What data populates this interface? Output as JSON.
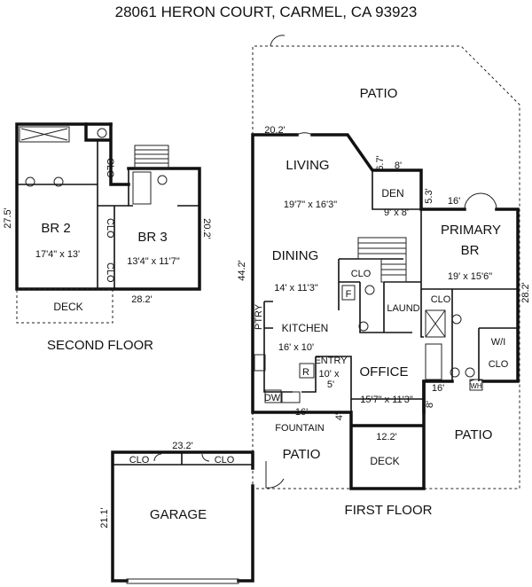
{
  "address": "28061 HERON COURT, CARMEL, CA  93923",
  "floors": {
    "second": {
      "caption": "SECOND FLOOR",
      "rooms": [
        {
          "id": "br2",
          "name": "BR 2",
          "size": "17'4\" x 13'"
        },
        {
          "id": "br3",
          "name": "BR 3",
          "size": "13'4\" x 11'7\""
        },
        {
          "id": "deck2",
          "name": "DECK"
        }
      ],
      "closets": [
        "CLO",
        "CLO",
        "CLO"
      ],
      "dimensions": [
        "27.5'",
        "20.2'",
        "28.2'"
      ]
    },
    "first": {
      "caption": "FIRST FLOOR",
      "rooms": [
        {
          "id": "patio-top",
          "name": "PATIO"
        },
        {
          "id": "living",
          "name": "LIVING",
          "size": "19'7\" x 16'3\""
        },
        {
          "id": "den",
          "name": "DEN",
          "size": "9' x 8'"
        },
        {
          "id": "primary",
          "name": "PRIMARY",
          "name2": "BR",
          "size": "19' x 15'6\""
        },
        {
          "id": "dining",
          "name": "DINING",
          "size": "14' x 11'3\""
        },
        {
          "id": "kitchen",
          "name": "KITCHEN",
          "size": "16' x 10'"
        },
        {
          "id": "entry",
          "name": "ENTRY",
          "size": "10' x",
          "size2": "5'"
        },
        {
          "id": "office",
          "name": "OFFICE",
          "size": "15'7\" x 11'3\""
        },
        {
          "id": "fountain",
          "name": "FOUNTAIN"
        },
        {
          "id": "patio-mid",
          "name": "PATIO"
        },
        {
          "id": "deck1",
          "name": "DECK"
        },
        {
          "id": "patio-right",
          "name": "PATIO"
        }
      ],
      "labels": {
        "clo_left": "CLO",
        "f": "F",
        "laund": "LAUND",
        "clo_primary": "CLO",
        "wi": "W/I",
        "clo_wi": "CLO",
        "ptry": "PTRY",
        "r": "R",
        "dw": "DW",
        "wh": "WH"
      },
      "dimensions": [
        "20.2'",
        "6.7'",
        "8'",
        "5.3'",
        "16'",
        "44.2'",
        "28.2'",
        "16'",
        "16'",
        "4'",
        "8'",
        "12.2'"
      ]
    },
    "garage": {
      "name": "GARAGE",
      "closets": [
        "CLO",
        "CLO"
      ],
      "dimensions": [
        "23.2'",
        "21.1'"
      ]
    }
  }
}
